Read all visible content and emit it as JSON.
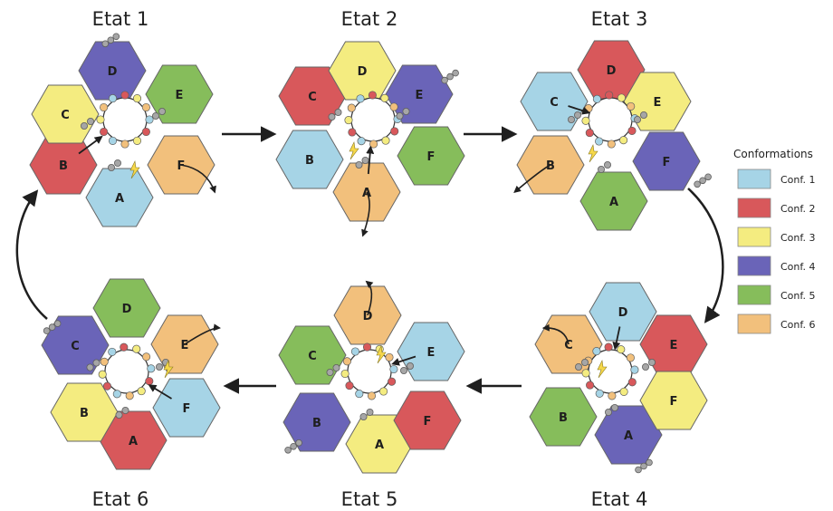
{
  "colors": {
    "conf1": "#a6d4e6",
    "conf2": "#d8585b",
    "conf3": "#f4ec80",
    "conf4": "#6a64b8",
    "conf5": "#86bd5b",
    "conf6": "#f2c07c"
  },
  "legend": {
    "title": "Conformations",
    "items": [
      {
        "label": "Conf. 1",
        "color": "conf1"
      },
      {
        "label": "Conf. 2",
        "color": "conf2"
      },
      {
        "label": "Conf. 3",
        "color": "conf3"
      },
      {
        "label": "Conf. 4",
        "color": "conf4"
      },
      {
        "label": "Conf. 5",
        "color": "conf5"
      },
      {
        "label": "Conf. 6",
        "color": "conf6"
      }
    ]
  },
  "states": [
    {
      "label": "Etat 1",
      "subunits": {
        "A": "conf1",
        "B": "conf2",
        "C": "conf3",
        "D": "conf4",
        "E": "conf5",
        "F": "conf6"
      }
    },
    {
      "label": "Etat 2",
      "subunits": {
        "A": "conf6",
        "B": "conf1",
        "C": "conf2",
        "D": "conf3",
        "E": "conf4",
        "F": "conf5"
      }
    },
    {
      "label": "Etat 3",
      "subunits": {
        "A": "conf5",
        "B": "conf6",
        "C": "conf1",
        "D": "conf2",
        "E": "conf3",
        "F": "conf4"
      }
    },
    {
      "label": "Etat 4",
      "subunits": {
        "A": "conf4",
        "B": "conf5",
        "C": "conf6",
        "D": "conf1",
        "E": "conf2",
        "F": "conf3"
      }
    },
    {
      "label": "Etat 5",
      "subunits": {
        "A": "conf3",
        "B": "conf4",
        "C": "conf5",
        "D": "conf6",
        "E": "conf1",
        "F": "conf2"
      }
    },
    {
      "label": "Etat 6",
      "subunits": {
        "A": "conf2",
        "B": "conf3",
        "C": "conf4",
        "D": "conf5",
        "E": "conf6",
        "F": "conf1"
      }
    }
  ]
}
